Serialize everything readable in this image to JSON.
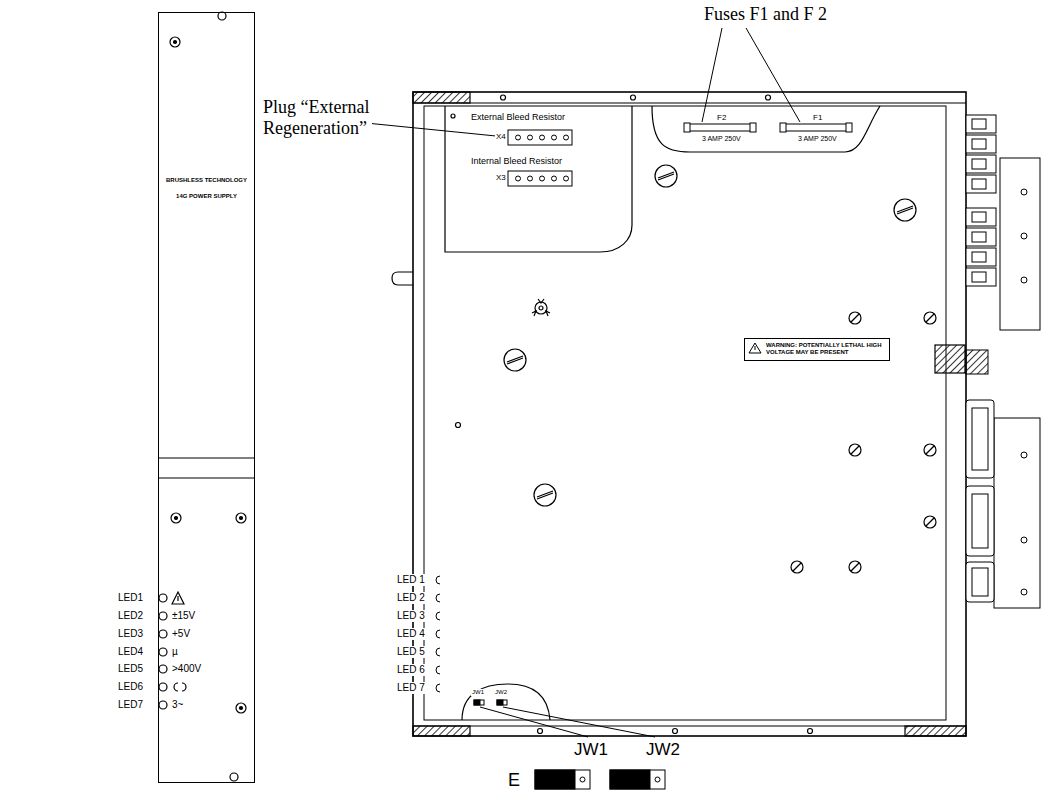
{
  "diagram": {
    "nodes": [
      {
        "text": [
          "BRUSHLESS TECHNOLOGY",
          "14G POWER SUPPLY"
        ]
      },
      {
        "text": [
          "WARNING: POTENTIALLY LETHAL HIGH VOLTAGE MAY BE PRESENT"
        ]
      }
    ],
    "labels": [
      "Fuses F1 and F 2",
      "Plug “External Regeneration”",
      "LED1",
      "LED2",
      "LED3",
      "LED4",
      "LED5",
      "LED6",
      "LED7",
      "±15V",
      "+5V",
      "µ",
      ">400V",
      "3~",
      "External Bleed Resistor",
      "X4",
      "Internal Bleed Resistor",
      "X3",
      "F2",
      "3 AMP 250V",
      "F1",
      "3 AMP 250V",
      "LED 1",
      "LED 2",
      "LED 3",
      "LED 4",
      "LED 5",
      "LED 6",
      "LED 7",
      "JW1",
      "JW2",
      "JW1",
      "JW2",
      "E"
    ]
  }
}
